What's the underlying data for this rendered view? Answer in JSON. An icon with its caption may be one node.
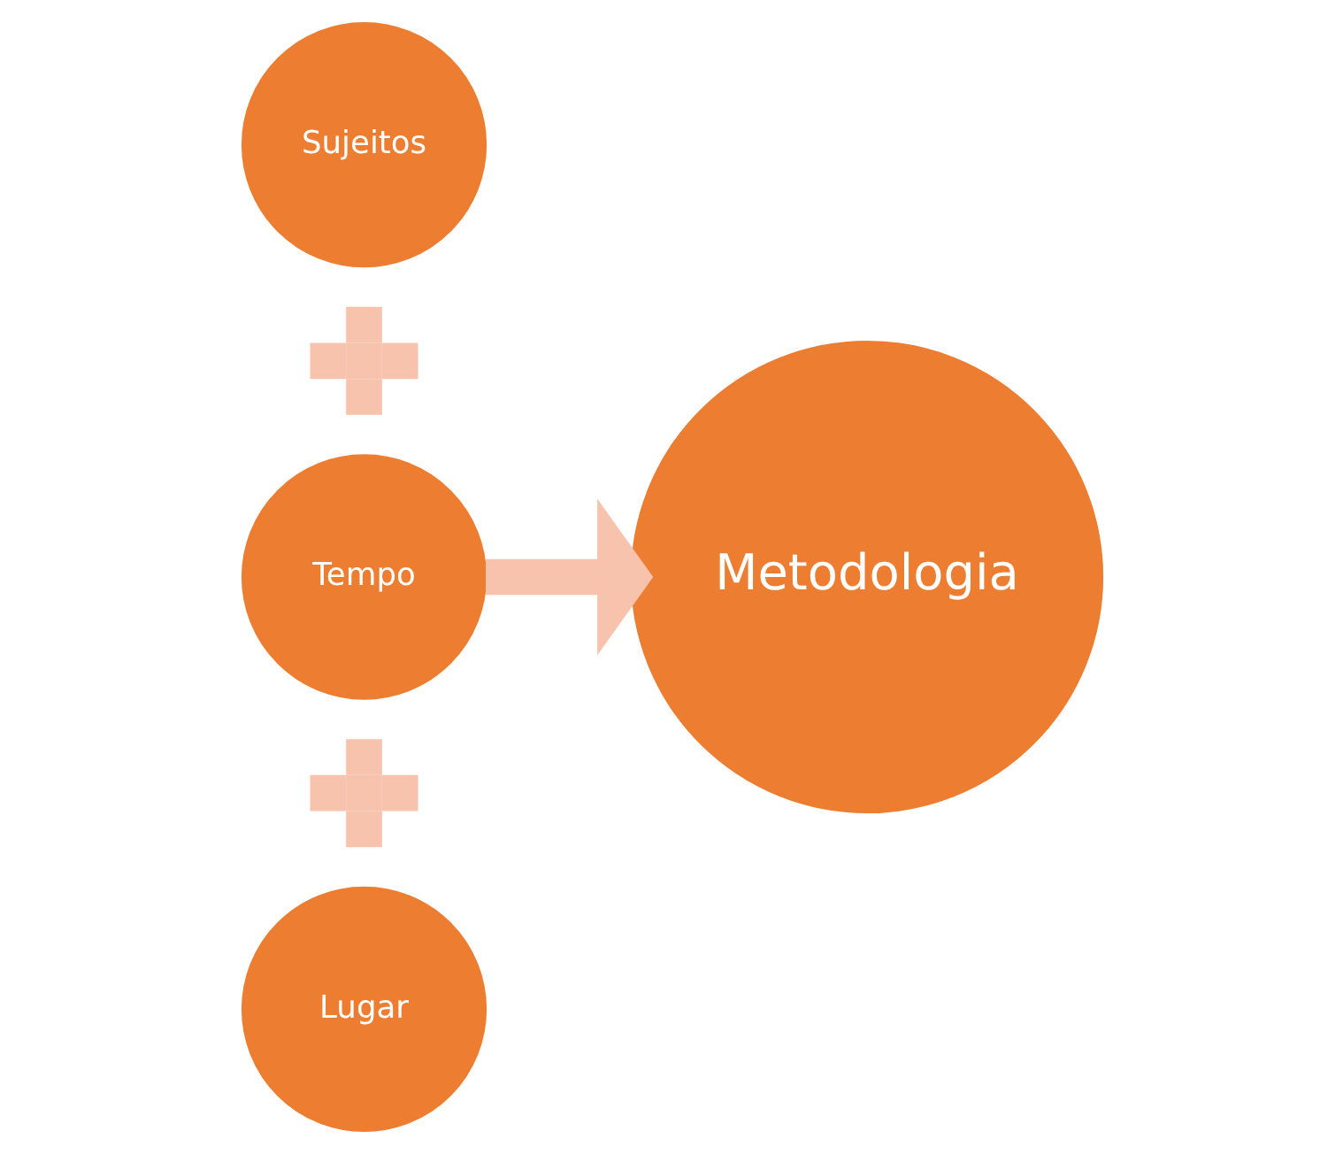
{
  "diagram": {
    "nodes": [
      {
        "text": [
          "Sujeitos"
        ]
      },
      {
        "text": [],
        "shape": "plus"
      },
      {
        "text": [
          "Tempo"
        ]
      },
      {
        "text": [],
        "shape": "plus"
      },
      {
        "text": [
          "Lugar"
        ]
      },
      {
        "text": [
          "Metodologia"
        ]
      }
    ],
    "edges": [
      {
        "from": 2,
        "to": 5,
        "arrow": "to"
      }
    ]
  }
}
